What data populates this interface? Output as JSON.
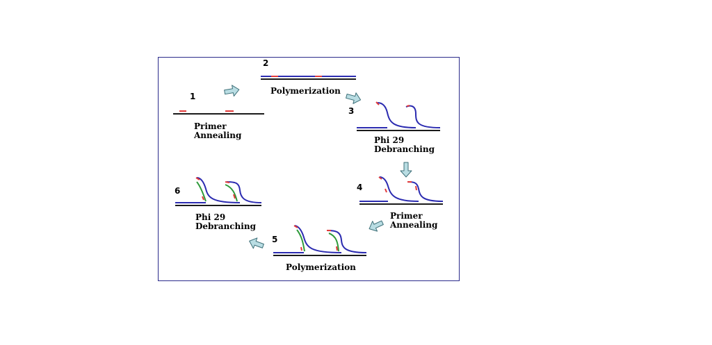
{
  "colors": {
    "border": "#2a2a8a",
    "template": "#1a1a1a",
    "primer": "#e23a3a",
    "synth": "#2b2bb0",
    "synth_green": "#2e9a3a",
    "arrow_fill": "#b9dde3",
    "arrow_stroke": "#3d6f78"
  },
  "steps": [
    {
      "number": "1",
      "label_lines": [
        "Primer",
        "Annealing"
      ]
    },
    {
      "number": "2",
      "label_lines": [
        "Polymerization"
      ]
    },
    {
      "number": "3",
      "label_lines": [
        "Phi 29",
        "Debranching"
      ]
    },
    {
      "number": "4",
      "label_lines": [
        "Primer",
        "Annealing"
      ]
    },
    {
      "number": "5",
      "label_lines": [
        "Polymerization"
      ]
    },
    {
      "number": "6",
      "label_lines": [
        "Phi 29",
        "Debranching"
      ]
    }
  ]
}
